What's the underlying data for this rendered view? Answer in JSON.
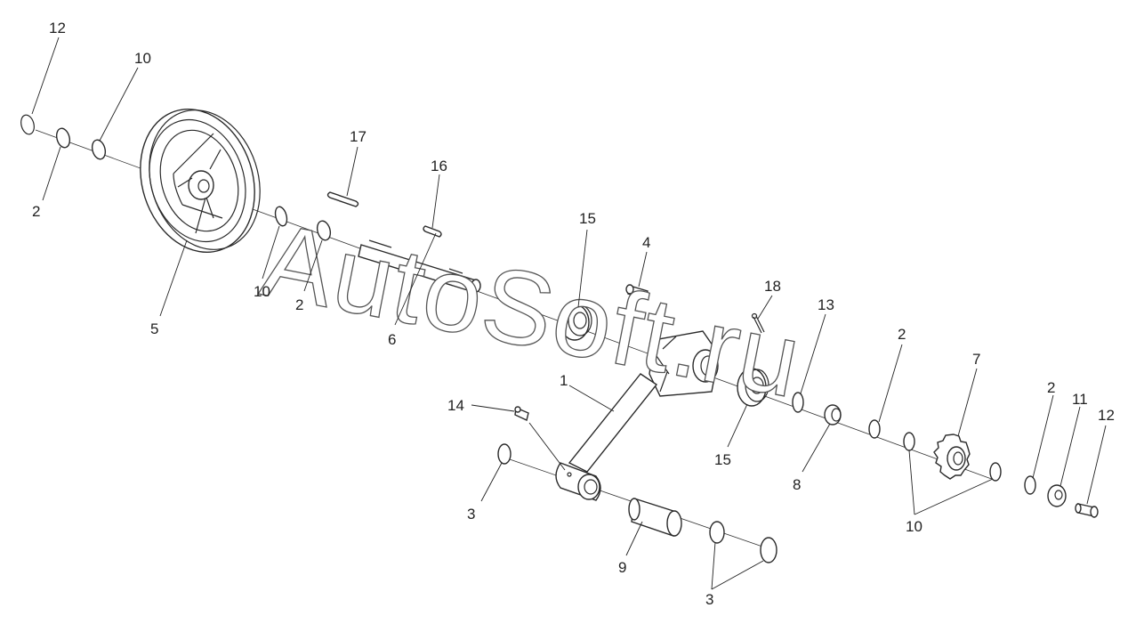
{
  "watermark": "AutoSoft.ru",
  "callouts": [
    {
      "id": "c12a",
      "text": "12"
    },
    {
      "id": "c10a",
      "text": "10"
    },
    {
      "id": "c2a",
      "text": "2"
    },
    {
      "id": "c17",
      "text": "17"
    },
    {
      "id": "c16",
      "text": "16"
    },
    {
      "id": "c15a",
      "text": "15"
    },
    {
      "id": "c4",
      "text": "4"
    },
    {
      "id": "c18",
      "text": "18"
    },
    {
      "id": "c13",
      "text": "13"
    },
    {
      "id": "c2b",
      "text": "2"
    },
    {
      "id": "c7",
      "text": "7"
    },
    {
      "id": "c2c",
      "text": "2"
    },
    {
      "id": "c11",
      "text": "11"
    },
    {
      "id": "c12b",
      "text": "12"
    },
    {
      "id": "c10b",
      "text": "10"
    },
    {
      "id": "c2d",
      "text": "2"
    },
    {
      "id": "c5",
      "text": "5"
    },
    {
      "id": "c6",
      "text": "6"
    },
    {
      "id": "c1",
      "text": "1"
    },
    {
      "id": "c14",
      "text": "14"
    },
    {
      "id": "c15b",
      "text": "15"
    },
    {
      "id": "c8",
      "text": "8"
    },
    {
      "id": "c10c",
      "text": "10"
    },
    {
      "id": "c3a",
      "text": "3"
    },
    {
      "id": "c9",
      "text": "9"
    },
    {
      "id": "c3b",
      "text": "3"
    }
  ]
}
